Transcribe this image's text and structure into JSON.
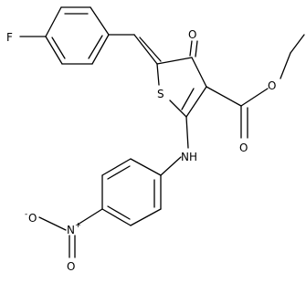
{
  "labels": {
    "fluorine": "F",
    "ketone_oxygen": "O",
    "ring_sulfur": "S",
    "ester_oxygen_ether": "O",
    "ester_oxygen_carbonyl": "O",
    "amine": "NH",
    "nitro_nitrogen": "N",
    "nitro_charge_plus": "+",
    "nitro_oxygen_top": "O",
    "nitro_oxygen_bottom": "O",
    "nitro_oxygen_minus": "-"
  },
  "colors": {
    "line": "#000000",
    "background": "#ffffff"
  }
}
